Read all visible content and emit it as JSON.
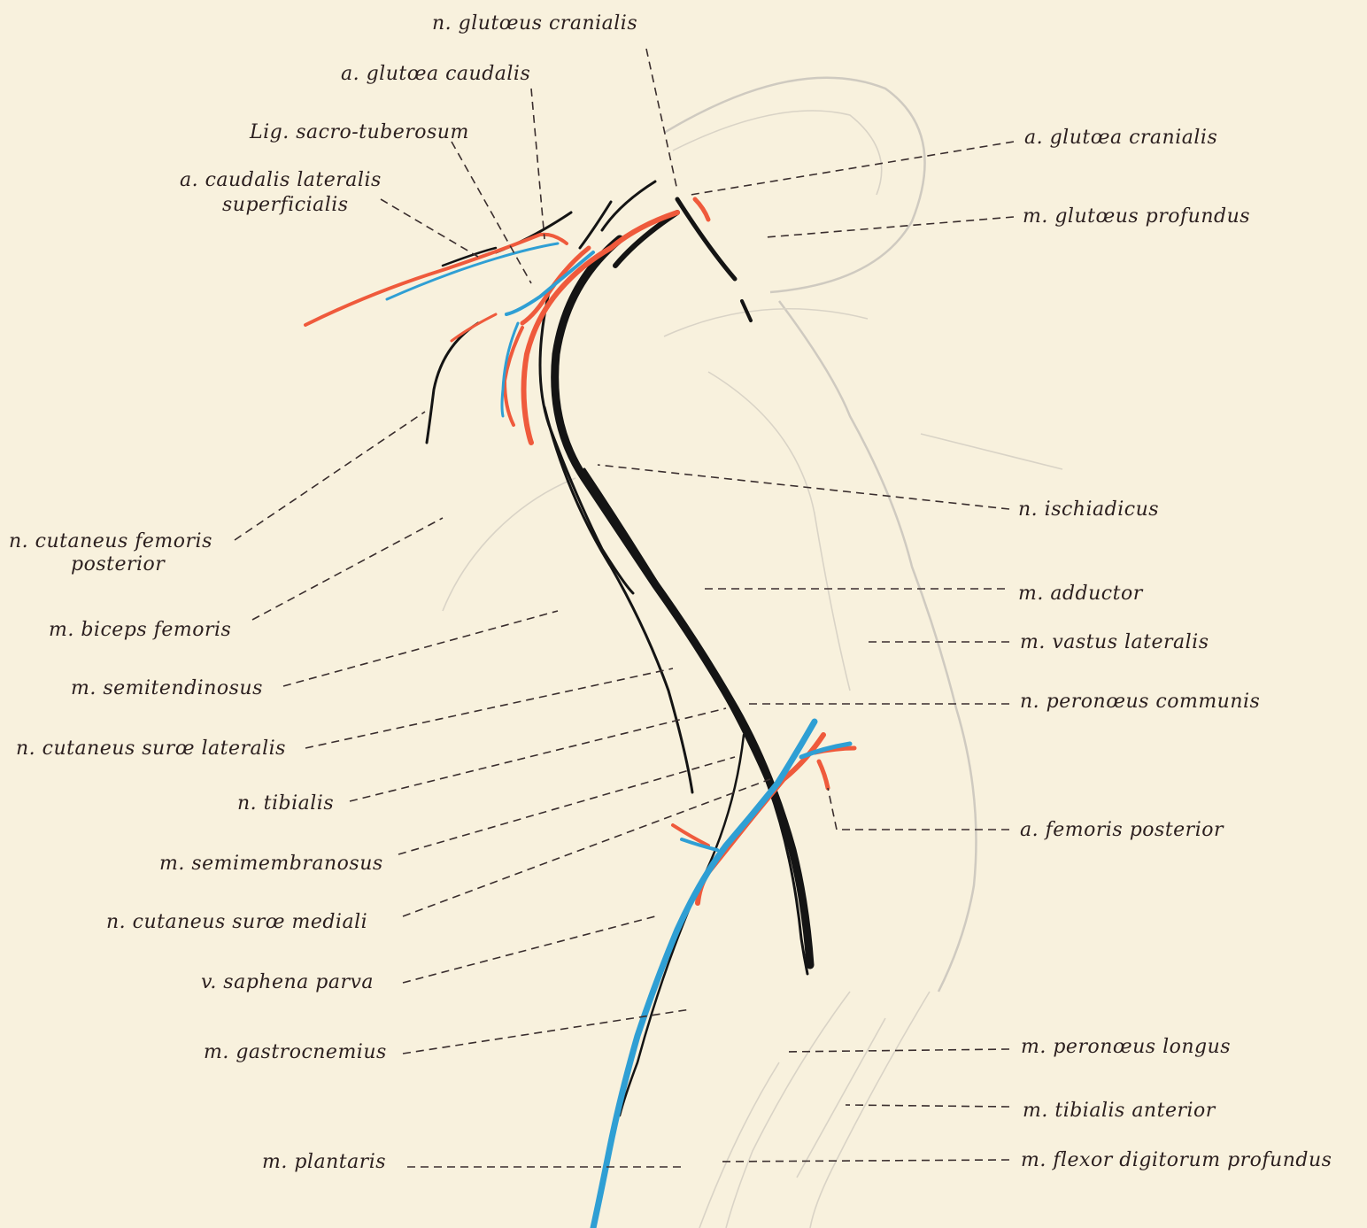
{
  "labels": {
    "n_glutaeus_cranialis": "n. glutœus cranialis",
    "a_glutaea_caudalis": "a. glutœa caudalis",
    "lig_sacro_tuberosum": "Lig. sacro-tuberosum",
    "a_caudalis_lateralis_superficialis_1": "a. caudalis lateralis",
    "a_caudalis_lateralis_superficialis_2": "superficialis",
    "a_glutaea_cranialis": "a. glutœa cranialis",
    "m_glutaeus_profundus": "m. glutœus profundus",
    "n_ischiadicus": "n. ischiadicus",
    "n_cutaneus_femoris_posterior_1": "n. cutaneus femoris",
    "n_cutaneus_femoris_posterior_2": "posterior",
    "m_adductor": "m. adductor",
    "m_biceps_femoris": "m. biceps femoris",
    "m_vastus_lateralis": "m. vastus lateralis",
    "m_semitendinosus": "m. semitendinosus",
    "n_peronaeus_communis": "n. peronœus communis",
    "n_cutaneus_surae_lateralis": "n. cutaneus surœ lateralis",
    "n_tibialis": "n. tibialis",
    "a_femoris_posterior": "a. femoris posterior",
    "m_semimembranosus": "m. semimembranosus",
    "n_cutaneus_surae_mediali": "n. cutaneus surœ mediali",
    "v_saphena_parva": "v. saphena parva",
    "m_gastrocnemius": "m. gastrocnemius",
    "m_peronaeus_longus": "m. peronœus longus",
    "m_tibialis_anterior": "m. tibialis anterior",
    "m_plantaris": "m. plantaris",
    "m_flexor_digitorum_profundus": "m. flexor digitorum profundus"
  },
  "colors": {
    "background": "#f8f1dd",
    "nerve": "#141414",
    "artery": "#ef5a3c",
    "vein": "#2f9fd4",
    "leader": "#3a2e2e",
    "outline": "#cfcac0"
  }
}
